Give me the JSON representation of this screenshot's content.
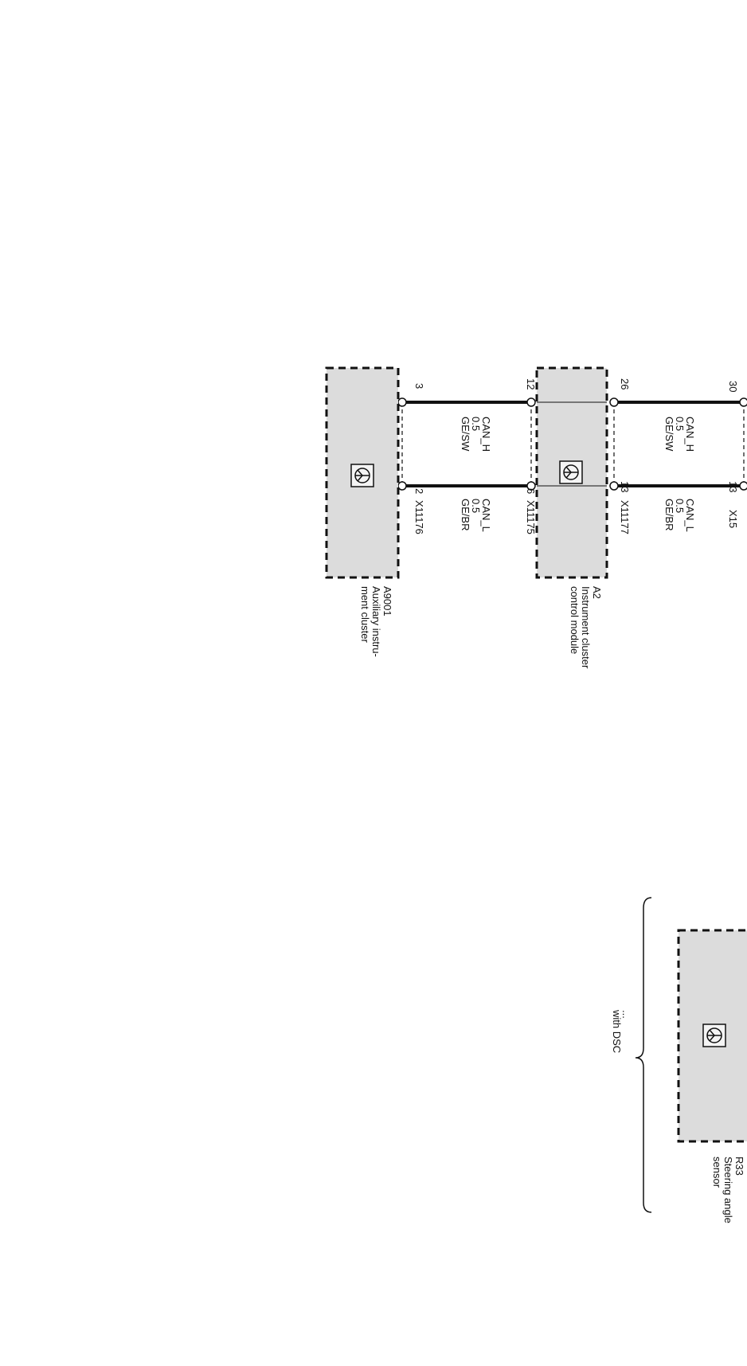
{
  "rotation_note": "",
  "connector_x15": {
    "name": "X15",
    "pin_h": "30",
    "pin_l": "13",
    "can_l": {
      "signal": "CAN_L",
      "size": "0.5",
      "color": "GE/BR"
    }
  },
  "connector_x11177": {
    "name": "X11177",
    "pin_h": "26",
    "pin_l": "13",
    "can_h": {
      "signal": "CAN_H",
      "size": "0.5",
      "color": "GE/SW"
    },
    "can_l": {
      "signal": "CAN_L",
      "size": "0.5",
      "color": "GE/BR"
    }
  },
  "module_a2": {
    "id": "A2",
    "name_line1": "Instrument cluster",
    "name_line2": "control module"
  },
  "connector_x11175": {
    "name": "X11175",
    "pin_h": "12",
    "pin_l": "6",
    "can_h": {
      "signal": "CAN_H",
      "size": "0.5",
      "color": "GE/SW"
    },
    "can_l": {
      "signal": "CAN_L",
      "size": "0.5",
      "color": "GE/BR"
    }
  },
  "connector_x11176": {
    "name": "X11176",
    "pin_h": "3",
    "pin_l": "2"
  },
  "module_a9001": {
    "id": "A9001",
    "name_line1": "Auxiliary instru-",
    "name_line2": "ment cluster"
  },
  "option_group": {
    "label": "with DSC",
    "mark": "..."
  },
  "module_r33": {
    "id": "R33",
    "name_line1": "Steering angle",
    "name_line2": "sensor"
  }
}
